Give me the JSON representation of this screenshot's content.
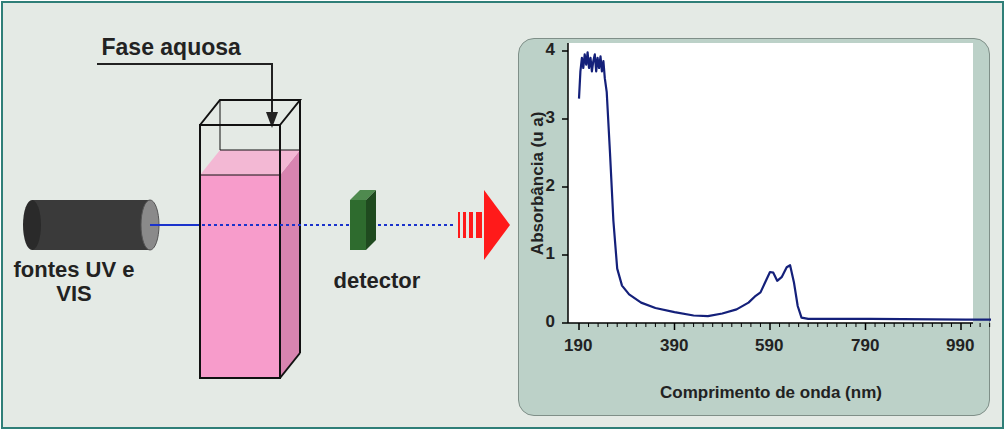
{
  "diagram": {
    "nodes": [
      {
        "text": [
          "Absorbância (u a)",
          "Comprimento de onda (nm)"
        ]
      }
    ],
    "labels": [
      "Fase aquosa",
      "fontes UV e VIS",
      "detector",
      "0",
      "1",
      "2",
      "3",
      "4",
      "190",
      "390",
      "590",
      "790",
      "990"
    ]
  }
}
